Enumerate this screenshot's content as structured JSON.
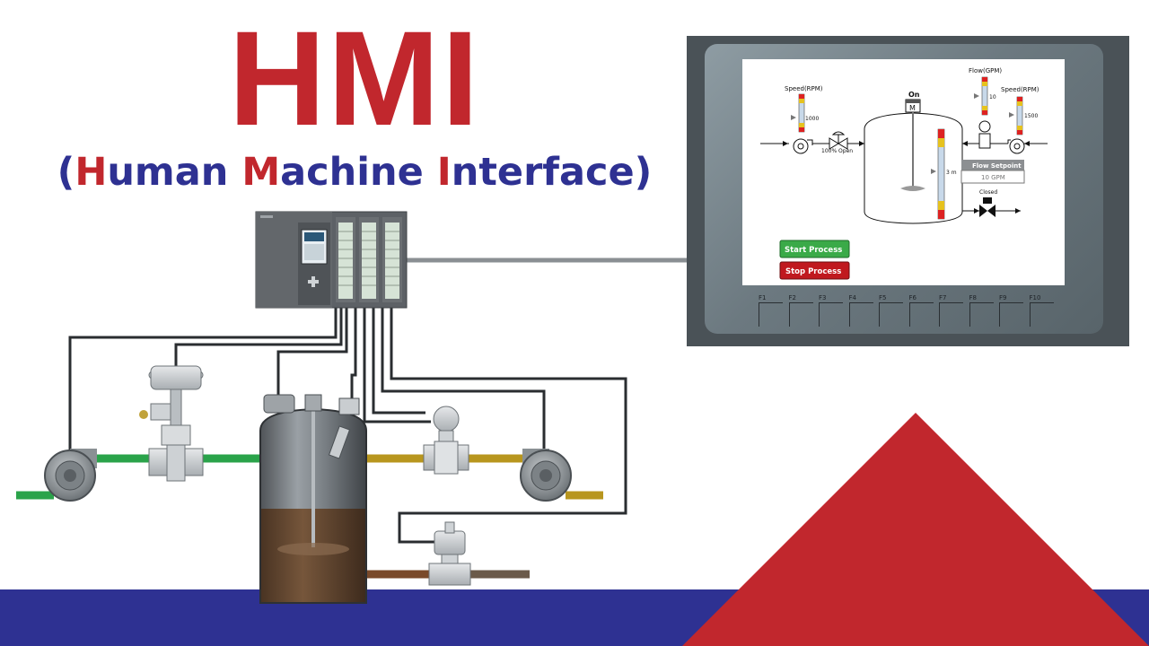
{
  "title": {
    "main": "HMI",
    "sub_open": "(",
    "sub_h": "H",
    "sub_uman": "uman ",
    "sub_m": "M",
    "sub_achine": "achine ",
    "sub_i": "I",
    "sub_nterface": "nterface)"
  },
  "hmi_screen": {
    "speed_left_label": "Speed(RPM)",
    "speed_left_value": "1000",
    "valve_open_label": "100% Open",
    "motor_status": "On",
    "motor_label": "M",
    "level_value": "3 m",
    "flow_label": "Flow(GPM)",
    "flow_value": "10",
    "speed_right_label": "Speed(RPM)",
    "speed_right_value": "1500",
    "flow_setpoint_title": "Flow Setpoint",
    "flow_setpoint_value": "10 GPM",
    "solenoid_status": "Closed",
    "start_button": "Start Process",
    "stop_button": "Stop Process"
  },
  "function_keys": [
    "F1",
    "F2",
    "F3",
    "F4",
    "F5",
    "F6",
    "F7",
    "F8",
    "F9",
    "F10"
  ],
  "colors": {
    "brand_red": "#c1272d",
    "brand_blue": "#2e3192",
    "pipe_green": "#2aa34a",
    "pipe_gold": "#b8961e",
    "start_green": "#3aaa48",
    "stop_red": "#c0191f"
  }
}
